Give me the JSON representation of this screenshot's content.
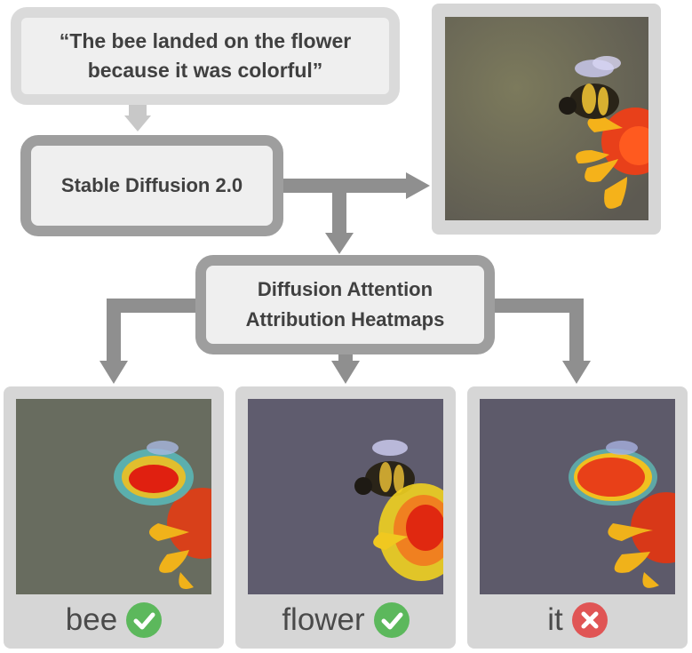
{
  "prompt": "“The bee landed on the flower because it was colorful”",
  "model_label": "Stable Diffusion 2.0",
  "attribution_label": "Diffusion Attention Attribution Heatmaps",
  "panels": [
    {
      "word": "bee",
      "status": "check-icon",
      "status_color": "#5cb85c"
    },
    {
      "word": "flower",
      "status": "check-icon",
      "status_color": "#5cb85c"
    },
    {
      "word": "it",
      "status": "cross-icon",
      "status_color": "#e05555"
    }
  ],
  "colors": {
    "box_border_dark": "#9e9e9e",
    "box_border_light": "#dadada",
    "box_fill": "#efefef",
    "arrow": "#8f8f8f",
    "frame": "#d6d6d6"
  }
}
